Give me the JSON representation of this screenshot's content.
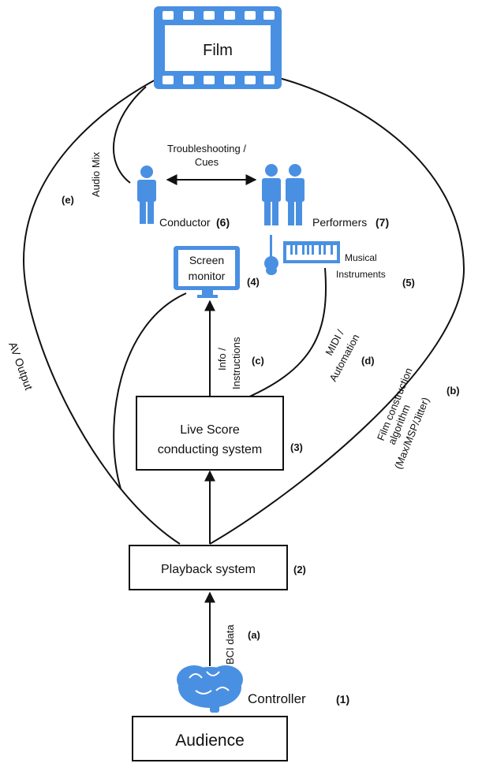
{
  "film": {
    "label": "Film"
  },
  "audience": {
    "label": "Audience"
  },
  "controller": {
    "label": "Controller",
    "num": "(1)"
  },
  "playback": {
    "label": "Playback system",
    "num": "(2)"
  },
  "livescore": {
    "line1": "Live Score",
    "line2": "conducting system",
    "num": "(3)"
  },
  "monitor": {
    "line1": "Screen",
    "line2": "monitor",
    "num": "(4)"
  },
  "instruments": {
    "line1": "Musical",
    "line2": "Instruments",
    "num": "(5)"
  },
  "conductor": {
    "label": "Conductor",
    "num": "(6)"
  },
  "performers": {
    "label": "Performers",
    "num": "(7)"
  },
  "edges": {
    "bci": {
      "label": "BCI data",
      "num": "(a)"
    },
    "film_algo": {
      "line1": "Film construction",
      "line2": "algorithm",
      "line3": "(Max/MSP/Jitter)",
      "num": "(b)"
    },
    "info": {
      "line1": "Info /",
      "line2": "Instructions",
      "num": "(c)"
    },
    "midi": {
      "line1": "MIDI /",
      "line2": "Automation",
      "num": "(d)"
    },
    "audio_mix": {
      "label": "Audio Mix",
      "num": "(e)"
    },
    "av_output": {
      "label": "AV Output"
    },
    "troubleshooting": {
      "line1": "Troubleshooting /",
      "line2": "Cues"
    }
  },
  "colors": {
    "accent": "#4a90e2",
    "line": "#111111"
  }
}
